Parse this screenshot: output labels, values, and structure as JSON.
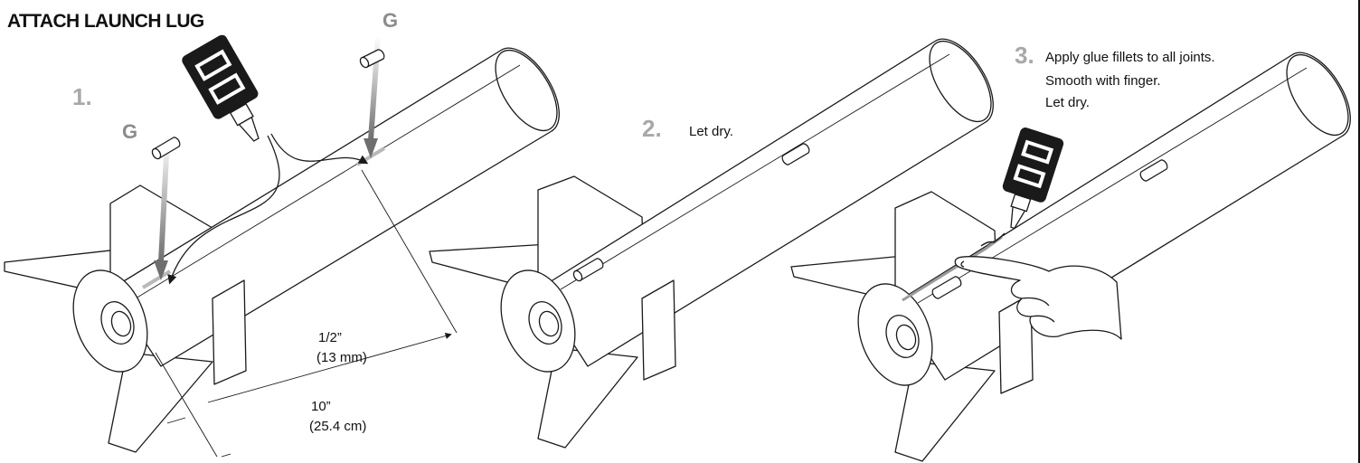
{
  "header": {
    "title": "ATTACH LAUNCH LUG"
  },
  "step1": {
    "number": "1.",
    "glue_marks": [
      "G",
      "G"
    ]
  },
  "step2": {
    "number": "2.",
    "text": "Let dry."
  },
  "step3": {
    "number": "3.",
    "lines": [
      "Apply glue fillets to all joints.",
      "Smooth with finger.",
      "Let dry."
    ]
  },
  "dimensions": {
    "lug_offset": {
      "imperial": "1/2”",
      "metric": "(13 mm)"
    },
    "lug_position": {
      "imperial": "10”",
      "metric": "(25.4 cm)"
    }
  },
  "colors": {
    "step_number": "#a8a8a8",
    "glue_arrow": "#808080",
    "line": "#1a1a1a"
  },
  "icons": [
    "glue-bottle-icon",
    "launch-lug-icon",
    "glue-arrow-icon",
    "finger-hand-icon"
  ]
}
